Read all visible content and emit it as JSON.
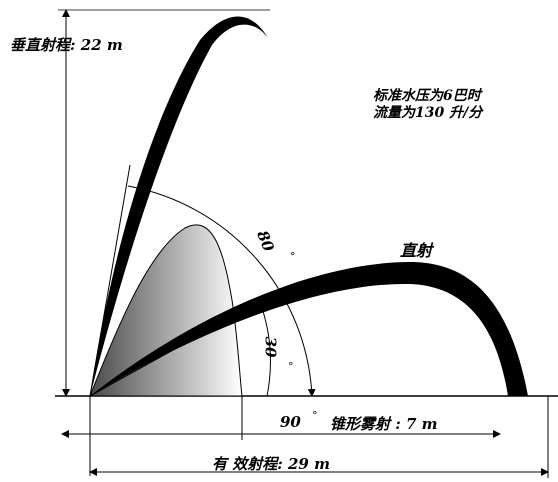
{
  "labels": {
    "vertical_range": "垂直射程: 22 m",
    "pressure_line1": "标准水压为6巴时",
    "pressure_line2": "流量为130 升/分",
    "straight_jet": "直射",
    "angle_80": "80",
    "angle_30": "30",
    "angle_90": "90",
    "degree_symbol": "°",
    "cone_spray": "锥形雾射 : 7 m",
    "effective_range": "有 效射程: 29 m"
  },
  "colors": {
    "ink": "#000000",
    "cone_dark": "#555555",
    "cone_light": "#ffffff"
  }
}
